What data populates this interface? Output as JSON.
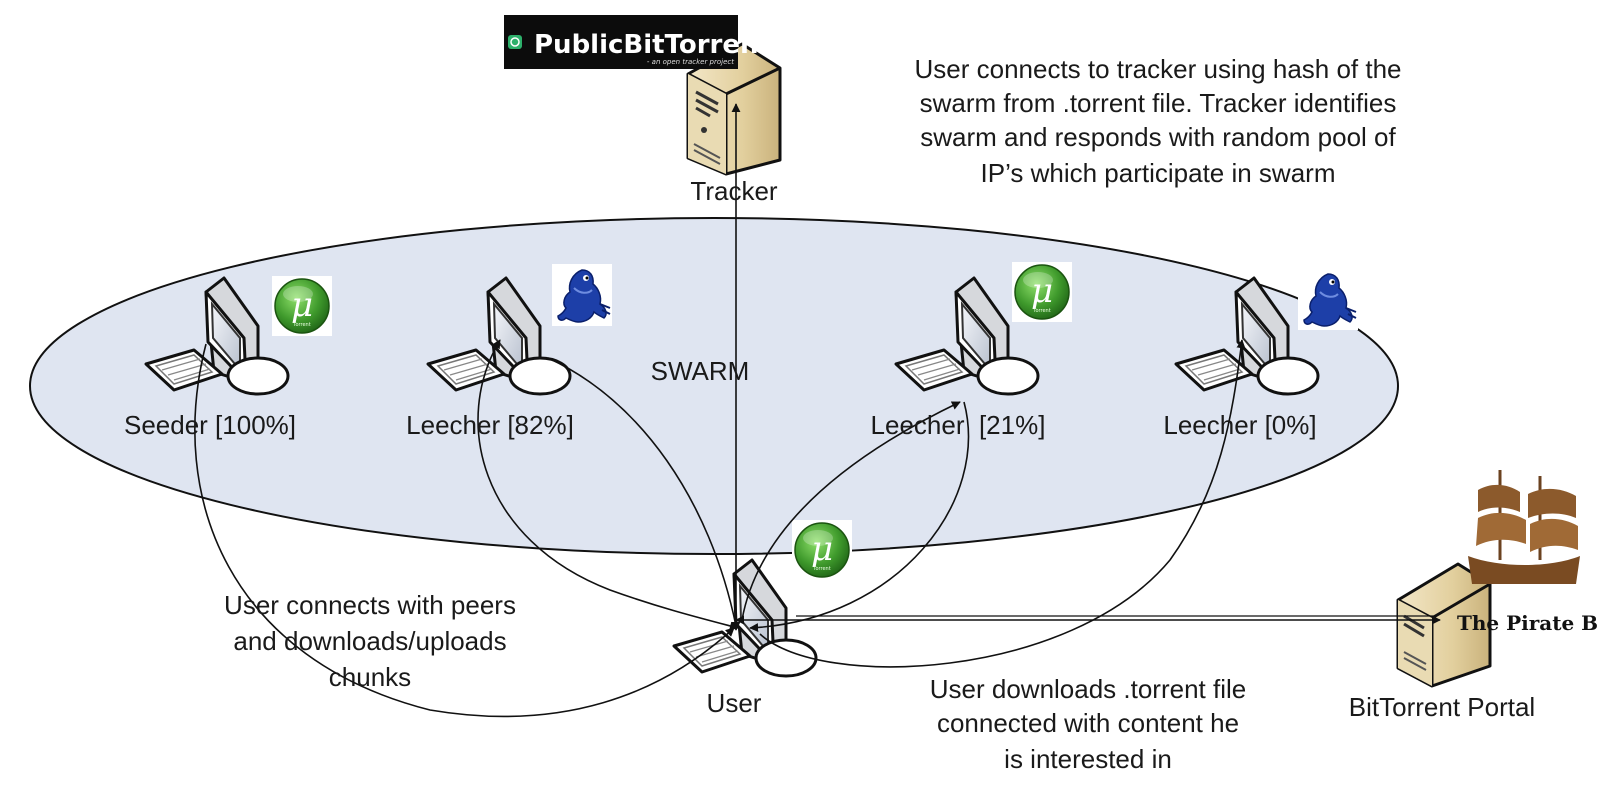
{
  "logo": {
    "public_bold": "Public",
    "public_rest": "BitTorrent",
    "tagline": "- an open tracker project"
  },
  "portal_logo_text": "The Pirate B",
  "labels": {
    "tracker": "Tracker",
    "swarm": "SWARM",
    "user": "User",
    "portal": "BitTorrent Portal"
  },
  "peers": [
    {
      "label": "Seeder [100%]",
      "client": "utorrent"
    },
    {
      "label": "Leecher [82%]",
      "client": "azureus"
    },
    {
      "label": "Leecher  [21%]",
      "client": "utorrent"
    },
    {
      "label": "Leecher [0%]",
      "client": "azureus"
    }
  ],
  "notes": {
    "tracker": [
      "User connects to tracker using hash of the",
      "swarm from .torrent file. Tracker identifies",
      "swarm and responds with random pool of",
      "IP’s which participate in swarm"
    ],
    "peers": [
      "User connects with peers",
      "and downloads/uploads",
      "chunks"
    ],
    "portal": [
      "User downloads .torrent file",
      "connected with content he",
      "is interested in"
    ]
  },
  "colors": {
    "swarm_fill": "#dfe5f1",
    "line": "#111111",
    "logo_bg": "#0c0c0c",
    "utorrent_green": "#3f9a2c",
    "azureus_blue": "#1d3fa8",
    "pirate_brown": "#8c5a2c"
  }
}
